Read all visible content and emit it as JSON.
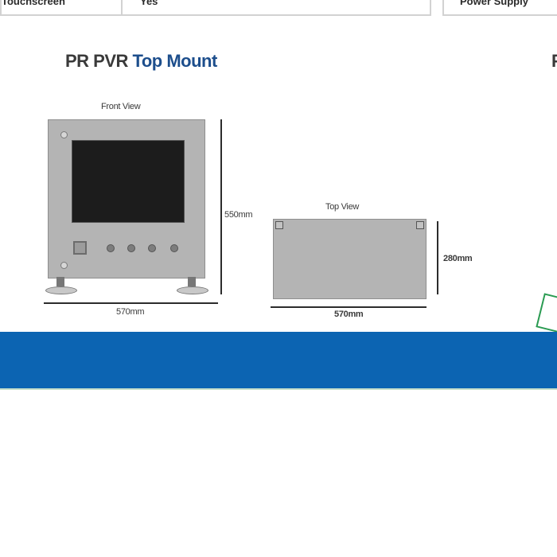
{
  "spec_table": {
    "row_label": "Touchscreen",
    "row_value": "Yes",
    "right_label": "Power Supply"
  },
  "heading": {
    "prefix": "PR PVR ",
    "accent": "Top Mount",
    "right_partial": "P"
  },
  "front_view": {
    "label": "Front View",
    "height_dim": "550mm",
    "width_dim": "570mm"
  },
  "top_view": {
    "label": "Top View",
    "depth_dim": "280mm",
    "width_dim": "570mm"
  },
  "colors": {
    "accent": "#1d4e8c",
    "band": "#0c64b2",
    "tag": "#2a9b52"
  }
}
